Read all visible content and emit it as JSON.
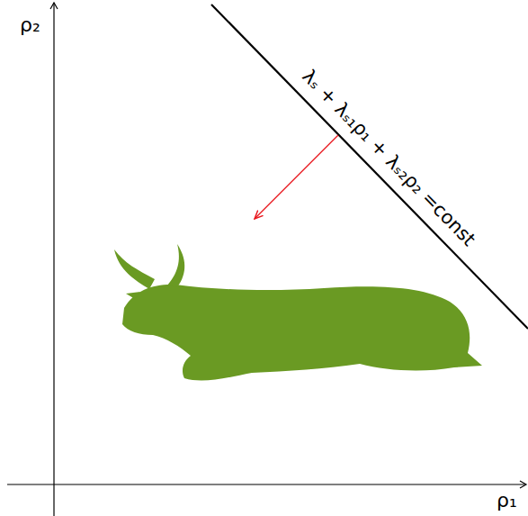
{
  "diagram": {
    "labels": [
      "ρ₂",
      "ρ₁",
      "λₛ + λₛ₁ρ₁ + λₛ₂ρ₂ =const"
    ]
  }
}
